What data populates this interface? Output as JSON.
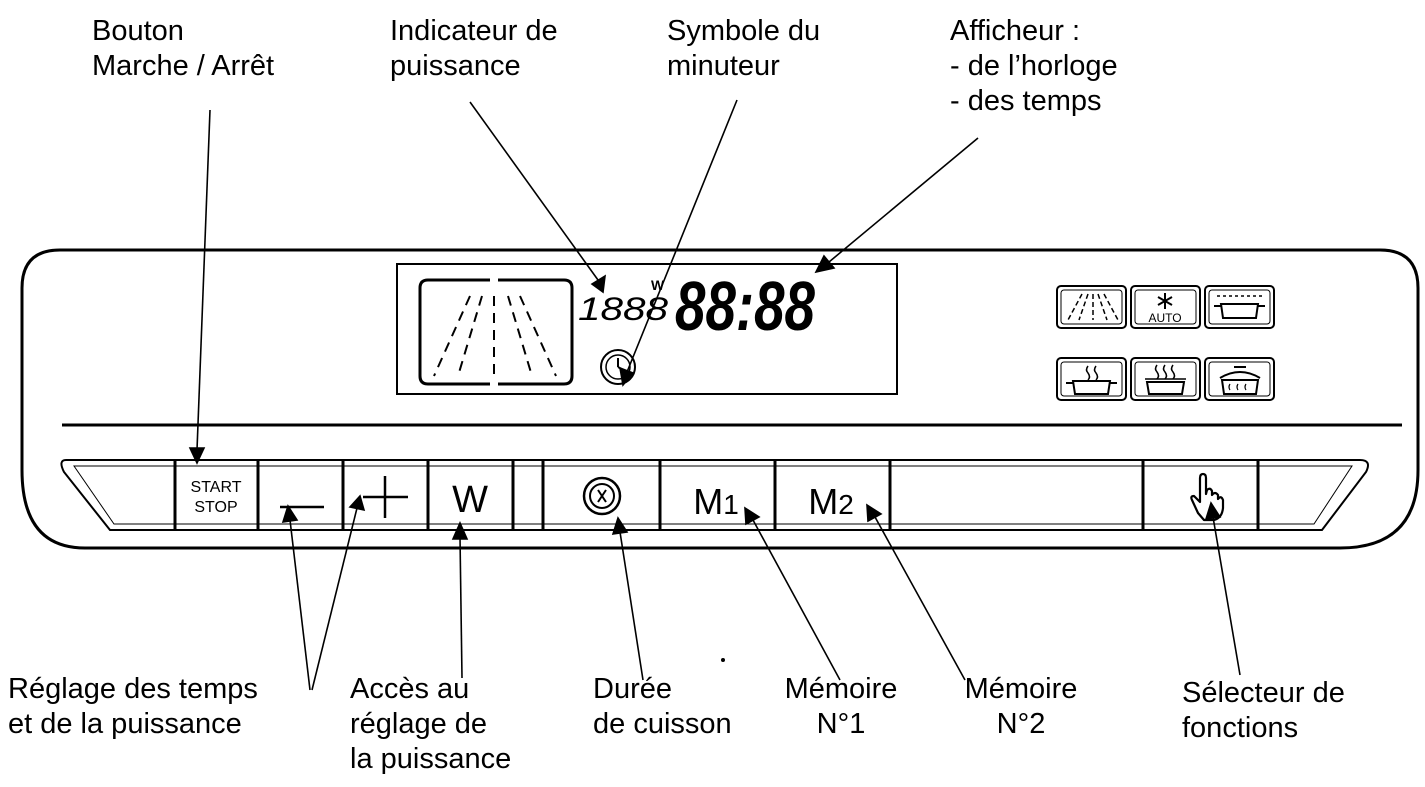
{
  "labels": {
    "bouton": [
      "Bouton",
      "Marche / Arrêt"
    ],
    "indicateur": [
      "Indicateur de",
      "puissance"
    ],
    "symbole": [
      "Symbole du",
      "minuteur"
    ],
    "afficheur": [
      "Afficheur :",
      "- de l’horloge",
      "- des temps"
    ],
    "reglage": [
      "Réglage des temps",
      "et de la puissance"
    ],
    "acces": [
      "Accès au",
      "réglage de",
      "la puissance"
    ],
    "duree": [
      "Durée",
      "de cuisson"
    ],
    "memoire1": [
      "Mémoire",
      "N°1"
    ],
    "memoire2": [
      "Mémoire",
      "N°2"
    ],
    "selecteur": [
      "Sélecteur de",
      "fonctions"
    ]
  },
  "display": {
    "power_digits": "1888",
    "power_unit": "W",
    "clock_digits": "88:88"
  },
  "buttons": {
    "start": "START",
    "stop": "STOP",
    "minus": "—",
    "plus": "+",
    "w": "W",
    "m1_letter": "M",
    "m1_index": "1",
    "m2_letter": "M",
    "m2_index": "2"
  },
  "function_icons": {
    "auto_label": "AUTO",
    "icons": [
      "grill-icon",
      "defrost-auto-icon",
      "bake-icon",
      "steam-pot-icon",
      "steam-pot-double-icon",
      "covered-dish-icon"
    ]
  }
}
